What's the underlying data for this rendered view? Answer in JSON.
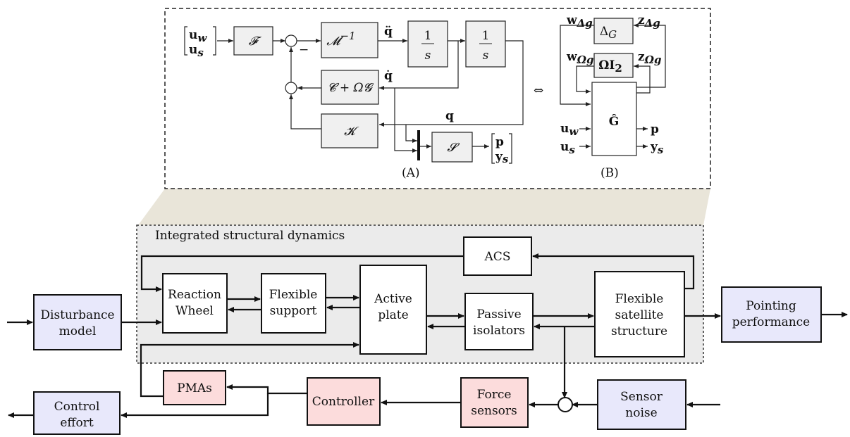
{
  "colors": {
    "block_fill": "#ffffff",
    "gray_block": "#f0f0f0",
    "input_output_fill": "#e8e8fb",
    "actuator_fill": "#fcdcdc",
    "region_fill": "#ebebeb",
    "funnel_fill": "#e9e5d9"
  },
  "icons": [
    "arrow-head",
    "summing-junction-icon"
  ],
  "top_panel": {
    "label_a": "(A)",
    "label_b": "(B)",
    "equiv_symbol": "⇔",
    "input_uw": "u",
    "input_uw_sub": "w",
    "input_us": "u",
    "input_us_sub": "s",
    "minus_sign": "−",
    "F_block": "𝓕",
    "Minv_block": "𝓜",
    "Minv_sup": "−1",
    "int_num": "1",
    "int_den": "s",
    "damping_block": "𝓒 + Ω𝓖",
    "K_block": "𝓚",
    "S_block": "𝓢",
    "qddot": "q̈",
    "qdot": "q̇",
    "q": "q",
    "out_p": "p",
    "out_ys": "y",
    "out_ys_sub": "s",
    "delta_block": "Δ",
    "delta_sub": "G",
    "omega_block": "ΩI",
    "omega_sub": "2",
    "G_block": "Ĝ",
    "w_delta": "w",
    "w_delta_sub": "Δg",
    "z_delta": "z",
    "z_delta_sub": "Δg",
    "w_omega": "w",
    "w_omega_sub": "Ωg",
    "z_omega": "z",
    "z_omega_sub": "Ωg",
    "b_uw": "u",
    "b_uw_sub": "w",
    "b_us": "u",
    "b_us_sub": "s",
    "b_p": "p",
    "b_ys": "y",
    "b_ys_sub": "s"
  },
  "bottom": {
    "region_title": "Integrated structural dynamics",
    "acs": "ACS",
    "reaction_wheel": [
      "Reaction",
      "Wheel"
    ],
    "flexible_support": [
      "Flexible",
      "support"
    ],
    "active_plate": [
      "Active",
      "plate"
    ],
    "passive_isolators": [
      "Passive",
      "isolators"
    ],
    "flexible_satellite": [
      "Flexible",
      "satellite",
      "structure"
    ],
    "disturbance_model": [
      "Disturbance",
      "model"
    ],
    "pointing_performance": [
      "Pointing",
      "performance"
    ],
    "pmas": "PMAs",
    "controller": "Controller",
    "force_sensors": [
      "Force",
      "sensors"
    ],
    "sensor_noise": [
      "Sensor",
      "noise"
    ],
    "control_effort": [
      "Control",
      "effort"
    ]
  }
}
